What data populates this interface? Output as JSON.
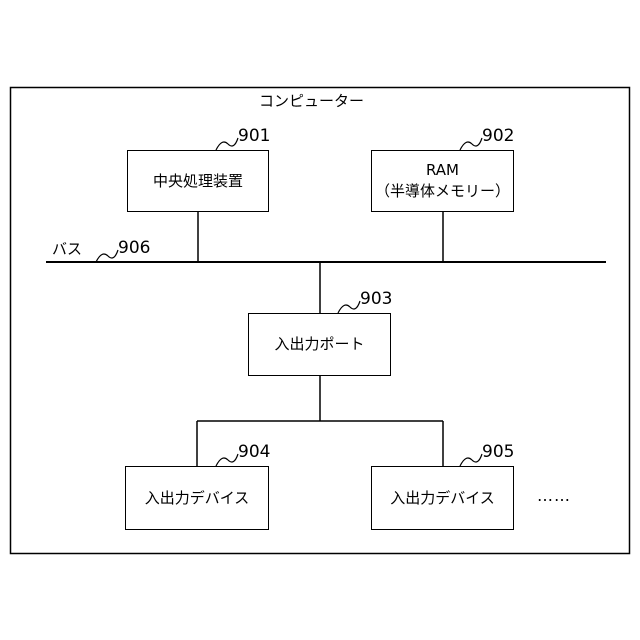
{
  "computer": {
    "title": "コンピューター"
  },
  "cpu": {
    "label": "中央処理装置",
    "ref": "901"
  },
  "ram": {
    "line1": "RAM",
    "line2": "（半導体メモリー）",
    "ref": "902"
  },
  "bus": {
    "label": "バス",
    "ref": "906"
  },
  "io_port": {
    "label": "入出力ポート",
    "ref": "903"
  },
  "device_a": {
    "label": "入出力デバイス",
    "ref": "904"
  },
  "device_b": {
    "label": "入出力デバイス",
    "ref": "905"
  },
  "more": {
    "label": "……"
  }
}
